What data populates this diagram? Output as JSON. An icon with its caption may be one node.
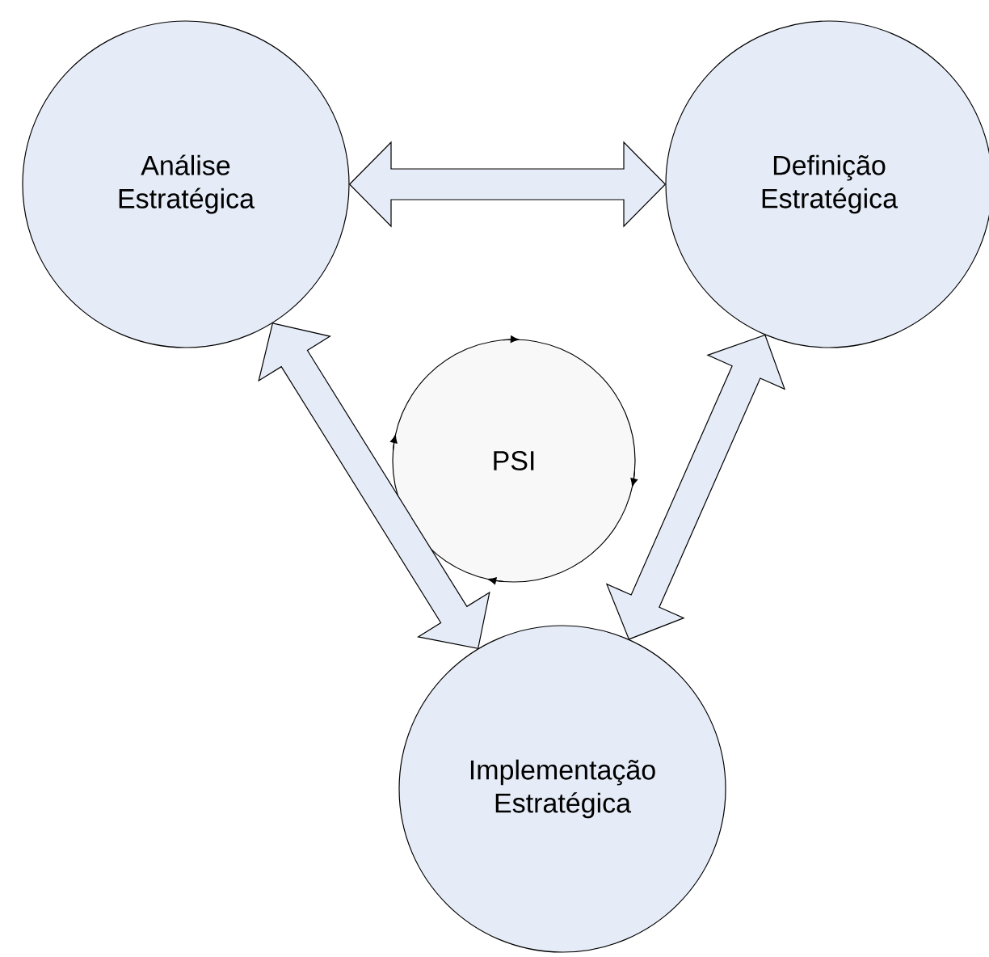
{
  "diagram": {
    "nodes": [
      {
        "text": [
          "Análise Estratégica"
        ]
      },
      {
        "text": [
          "Definição Estratégica"
        ]
      },
      {
        "text": [
          "PSI"
        ]
      },
      {
        "text": [
          "Implementação Estratégica"
        ]
      }
    ],
    "edges": [
      {
        "from": 0,
        "to": 1,
        "arrow": "both"
      },
      {
        "from": 0,
        "to": 3,
        "arrow": "both"
      },
      {
        "from": 1,
        "to": 3,
        "arrow": "both"
      }
    ]
  }
}
